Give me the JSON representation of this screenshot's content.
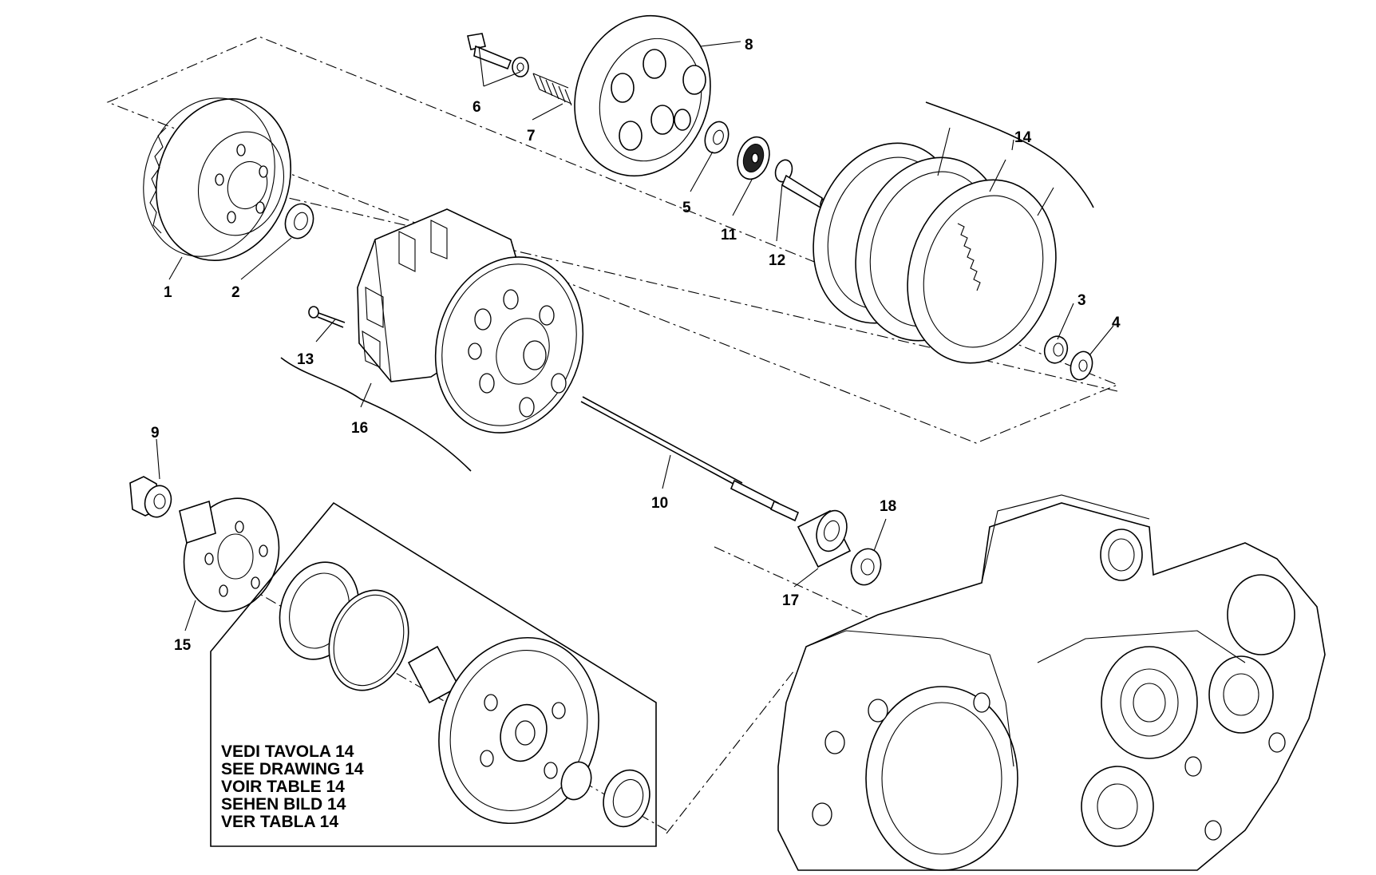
{
  "parts": [
    {
      "number": "1"
    },
    {
      "number": "2"
    },
    {
      "number": "3"
    },
    {
      "number": "4"
    },
    {
      "number": "5"
    },
    {
      "number": "6"
    },
    {
      "number": "7"
    },
    {
      "number": "8"
    },
    {
      "number": "9"
    },
    {
      "number": "10"
    },
    {
      "number": "11"
    },
    {
      "number": "12"
    },
    {
      "number": "13"
    },
    {
      "number": "14"
    },
    {
      "number": "15"
    },
    {
      "number": "16"
    },
    {
      "number": "17"
    },
    {
      "number": "18"
    }
  ],
  "reference_note": {
    "lines": [
      "VEDI TAVOLA 14",
      "SEE DRAWING 14",
      "VOIR TABLE 14",
      "SEHEN BILD 14",
      "VER TABLA 14"
    ]
  }
}
